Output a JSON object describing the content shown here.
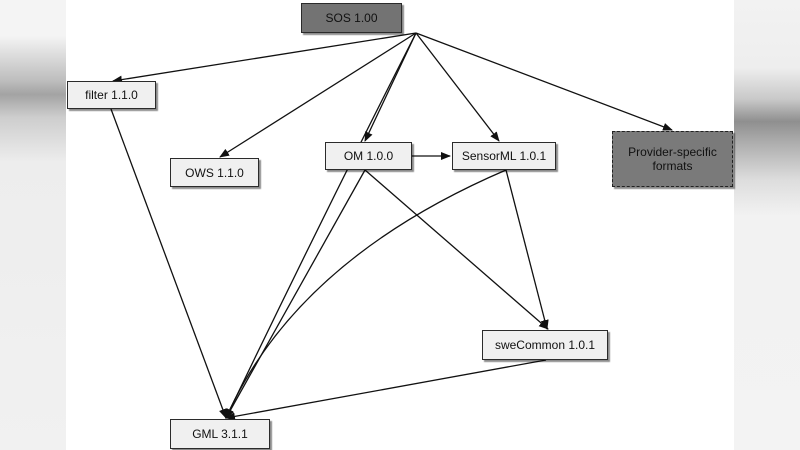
{
  "diagram": {
    "nodes": {
      "sos": "SOS 1.00",
      "filter": "filter 1.1.0",
      "ows": "OWS 1.1.0",
      "om": "OM 1.0.0",
      "sensorml": "SensorML 1.0.1",
      "provider": "Provider-specific formats",
      "swecommon": "sweCommon 1.0.1",
      "gml": "GML 3.1.1"
    },
    "colors": {
      "node_fill": "#f0f0f0",
      "dark_node_fill": "#737373",
      "edge": "#111111"
    },
    "edges": [
      {
        "from": "SOS 1.00",
        "to": "filter 1.1.0"
      },
      {
        "from": "SOS 1.00",
        "to": "OWS 1.1.0"
      },
      {
        "from": "SOS 1.00",
        "to": "OM 1.0.0"
      },
      {
        "from": "SOS 1.00",
        "to": "SensorML 1.0.1"
      },
      {
        "from": "SOS 1.00",
        "to": "Provider-specific formats"
      },
      {
        "from": "SOS 1.00",
        "to": "GML 3.1.1"
      },
      {
        "from": "OM 1.0.0",
        "to": "SensorML 1.0.1"
      },
      {
        "from": "OM 1.0.0",
        "to": "sweCommon 1.0.1"
      },
      {
        "from": "OM 1.0.0",
        "to": "GML 3.1.1"
      },
      {
        "from": "SensorML 1.0.1",
        "to": "sweCommon 1.0.1"
      },
      {
        "from": "SensorML 1.0.1",
        "to": "GML 3.1.1"
      },
      {
        "from": "filter 1.1.0",
        "to": "GML 3.1.1"
      },
      {
        "from": "sweCommon 1.0.1",
        "to": "GML 3.1.1"
      }
    ]
  }
}
